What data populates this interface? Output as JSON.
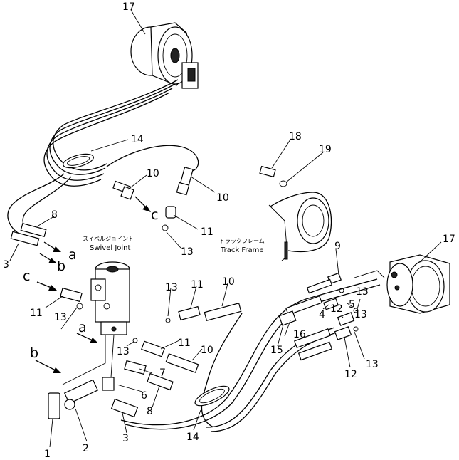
{
  "labels": {
    "swivel_jp": "スイベルジョイント",
    "swivel_en": "Swivel Joint",
    "track_jp": "トラックフレーム",
    "track_en": "Track Frame"
  },
  "arrow_letters": {
    "a_right": "a",
    "b_right": "b",
    "c_right": "c",
    "c_left": "c",
    "a_left": "a",
    "b_left": "b"
  },
  "callouts": [
    {
      "id": "c17a",
      "text": "17"
    },
    {
      "id": "c14a",
      "text": "14"
    },
    {
      "id": "c18",
      "text": "18"
    },
    {
      "id": "c19",
      "text": "19"
    },
    {
      "id": "c10a",
      "text": "10"
    },
    {
      "id": "c10b",
      "text": "10"
    },
    {
      "id": "c8a",
      "text": "8"
    },
    {
      "id": "c3a",
      "text": "3"
    },
    {
      "id": "c11a",
      "text": "11"
    },
    {
      "id": "c13a",
      "text": "13"
    },
    {
      "id": "c17b",
      "text": "17"
    },
    {
      "id": "c9",
      "text": "9"
    },
    {
      "id": "c11b",
      "text": "11"
    },
    {
      "id": "c13b",
      "text": "13"
    },
    {
      "id": "c13c",
      "text": "13"
    },
    {
      "id": "c11c",
      "text": "11"
    },
    {
      "id": "c10c",
      "text": "10"
    },
    {
      "id": "c13d",
      "text": "13"
    },
    {
      "id": "c4",
      "text": "4"
    },
    {
      "id": "c12a",
      "text": "12"
    },
    {
      "id": "c5",
      "text": "5"
    },
    {
      "id": "c16",
      "text": "16"
    },
    {
      "id": "c13e",
      "text": "13"
    },
    {
      "id": "c11d",
      "text": "11"
    },
    {
      "id": "c10d",
      "text": "10"
    },
    {
      "id": "c15",
      "text": "15"
    },
    {
      "id": "c13f",
      "text": "13"
    },
    {
      "id": "c7",
      "text": "7"
    },
    {
      "id": "c12b",
      "text": "12"
    },
    {
      "id": "c13g",
      "text": "13"
    },
    {
      "id": "c6",
      "text": "6"
    },
    {
      "id": "c8b",
      "text": "8"
    },
    {
      "id": "c14b",
      "text": "14"
    },
    {
      "id": "c1",
      "text": "1"
    },
    {
      "id": "c2",
      "text": "2"
    },
    {
      "id": "c3b",
      "text": "3"
    }
  ]
}
